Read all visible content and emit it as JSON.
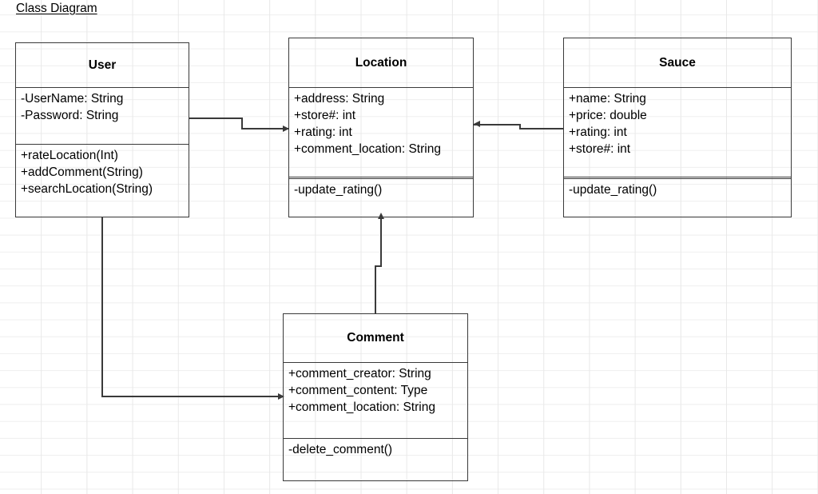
{
  "diagram": {
    "title": "Class Diagram",
    "classes": [
      {
        "id": "user",
        "name": "User",
        "attributes": [
          "-UserName: String",
          "-Password: String"
        ],
        "methods": [
          "+rateLocation(Int)",
          "+addComment(String)",
          "+searchLocation(String)"
        ]
      },
      {
        "id": "location",
        "name": "Location",
        "attributes": [
          "+address: String",
          "+store#: int",
          "+rating: int",
          "+comment_location: String"
        ],
        "methods": [
          "-update_rating()"
        ]
      },
      {
        "id": "sauce",
        "name": "Sauce",
        "attributes": [
          "+name: String",
          "+price: double",
          "+rating: int",
          "+store#: int"
        ],
        "methods": [
          "-update_rating()"
        ]
      },
      {
        "id": "comment",
        "name": "Comment",
        "attributes": [
          "+comment_creator: String",
          "+comment_content: Type",
          "+comment_location: String"
        ],
        "methods": [
          "-delete_comment()"
        ]
      }
    ],
    "relations": [
      {
        "id": "user-location",
        "from": "User",
        "to": "Location",
        "arrow": "right"
      },
      {
        "id": "sauce-location",
        "from": "Sauce",
        "to": "Location",
        "arrow": "left"
      },
      {
        "id": "comment-location",
        "from": "Comment",
        "to": "Location",
        "arrow": "up"
      },
      {
        "id": "user-comment",
        "from": "User",
        "to": "Comment",
        "arrow": "right"
      }
    ]
  },
  "colors": {
    "stroke": "#3a3a3a",
    "text": "#000000",
    "canvas": "#ffffff",
    "grid_minor": "#eeeeee",
    "grid_major": "#e8e8e8"
  }
}
